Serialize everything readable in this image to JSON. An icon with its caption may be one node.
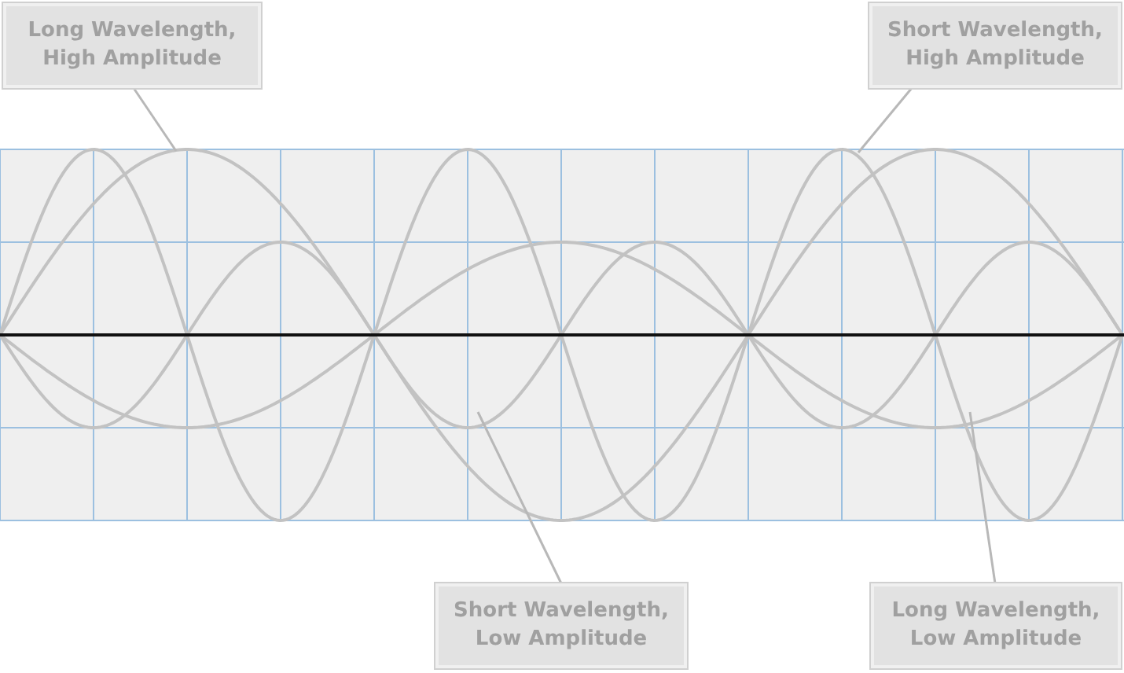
{
  "diagram": {
    "nodes": [
      {
        "text": [
          "Long Wavelength, High Amplitude"
        ]
      },
      {
        "text": [
          "Short Wavelength, High Amplitude"
        ]
      },
      {
        "text": [
          "Short Wavelength, Low Amplitude"
        ]
      },
      {
        "text": [
          "Long Wavelength, Low Amplitude"
        ]
      }
    ],
    "edges": [
      {
        "from": 0,
        "to": null,
        "arrow": "none"
      },
      {
        "from": 1,
        "to": null,
        "arrow": "none"
      },
      {
        "from": 2,
        "to": null,
        "arrow": "none"
      },
      {
        "from": 3,
        "to": null,
        "arrow": "none"
      }
    ]
  }
}
